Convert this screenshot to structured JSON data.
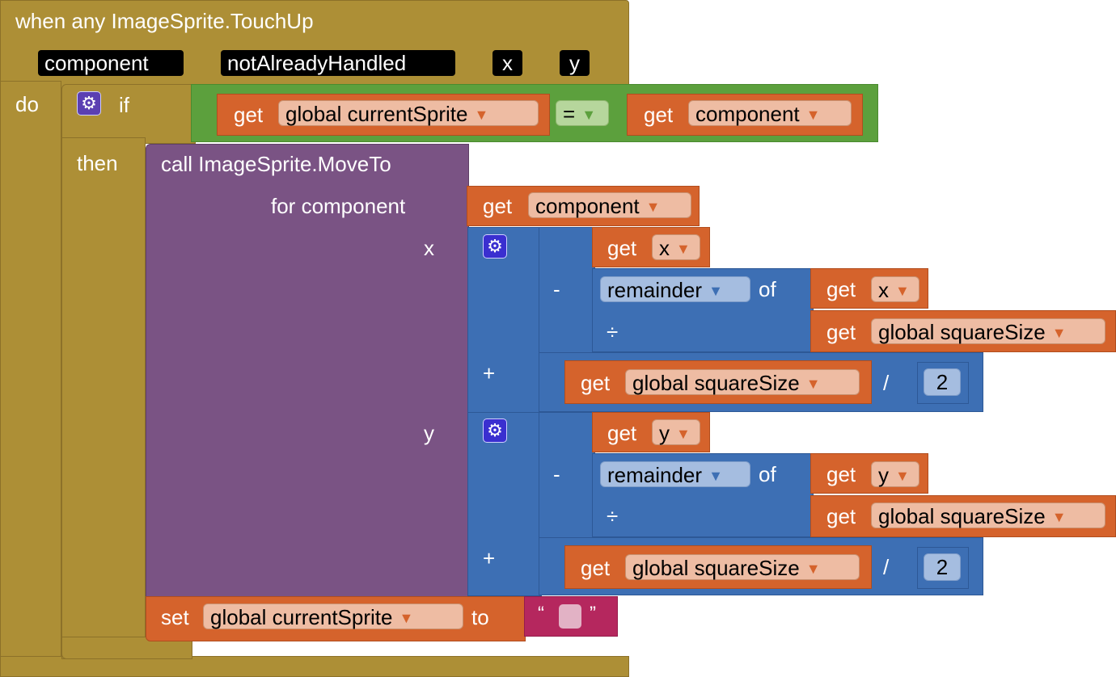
{
  "event": {
    "title": "when any ImageSprite.TouchUp",
    "params": [
      "component",
      "notAlreadyHandled",
      "x",
      "y"
    ],
    "do_label": "do"
  },
  "if_block": {
    "if_label": "if",
    "then_label": "then",
    "condition": {
      "left": {
        "get": "get",
        "var": "global currentSprite"
      },
      "op": "=",
      "right": {
        "get": "get",
        "var": "component"
      }
    }
  },
  "call": {
    "label": "call ImageSprite.MoveTo",
    "for_component_label": "for component",
    "for_component": {
      "get": "get",
      "var": "component"
    },
    "x_label": "x",
    "y_label": "y",
    "x_expr": {
      "get_coord": {
        "get": "get",
        "var": "x"
      },
      "minus": "-",
      "remainder": "remainder",
      "of": "of",
      "div": "÷",
      "rem_a": {
        "get": "get",
        "var": "x"
      },
      "rem_b": {
        "get": "get",
        "var": "global squareSize"
      },
      "plus": "+",
      "half": {
        "get": "get",
        "var": "global squareSize",
        "op": "/",
        "num": "2"
      }
    },
    "y_expr": {
      "get_coord": {
        "get": "get",
        "var": "y"
      },
      "minus": "-",
      "remainder": "remainder",
      "of": "of",
      "div": "÷",
      "rem_a": {
        "get": "get",
        "var": "y"
      },
      "rem_b": {
        "get": "get",
        "var": "global squareSize"
      },
      "plus": "+",
      "half": {
        "get": "get",
        "var": "global squareSize",
        "op": "/",
        "num": "2"
      }
    }
  },
  "set_block": {
    "set": "set",
    "var": "global currentSprite",
    "to": "to",
    "open_quote": "“",
    "close_quote": "”"
  },
  "icons": {
    "dropdown": "▼",
    "gear": "⚙"
  },
  "colors": {
    "event": "#ad8f36",
    "logic": "#5ca03d",
    "procedure": "#7a5384",
    "variable": "#d5632c",
    "math": "#3d6fb4",
    "text": "#b5275e"
  }
}
